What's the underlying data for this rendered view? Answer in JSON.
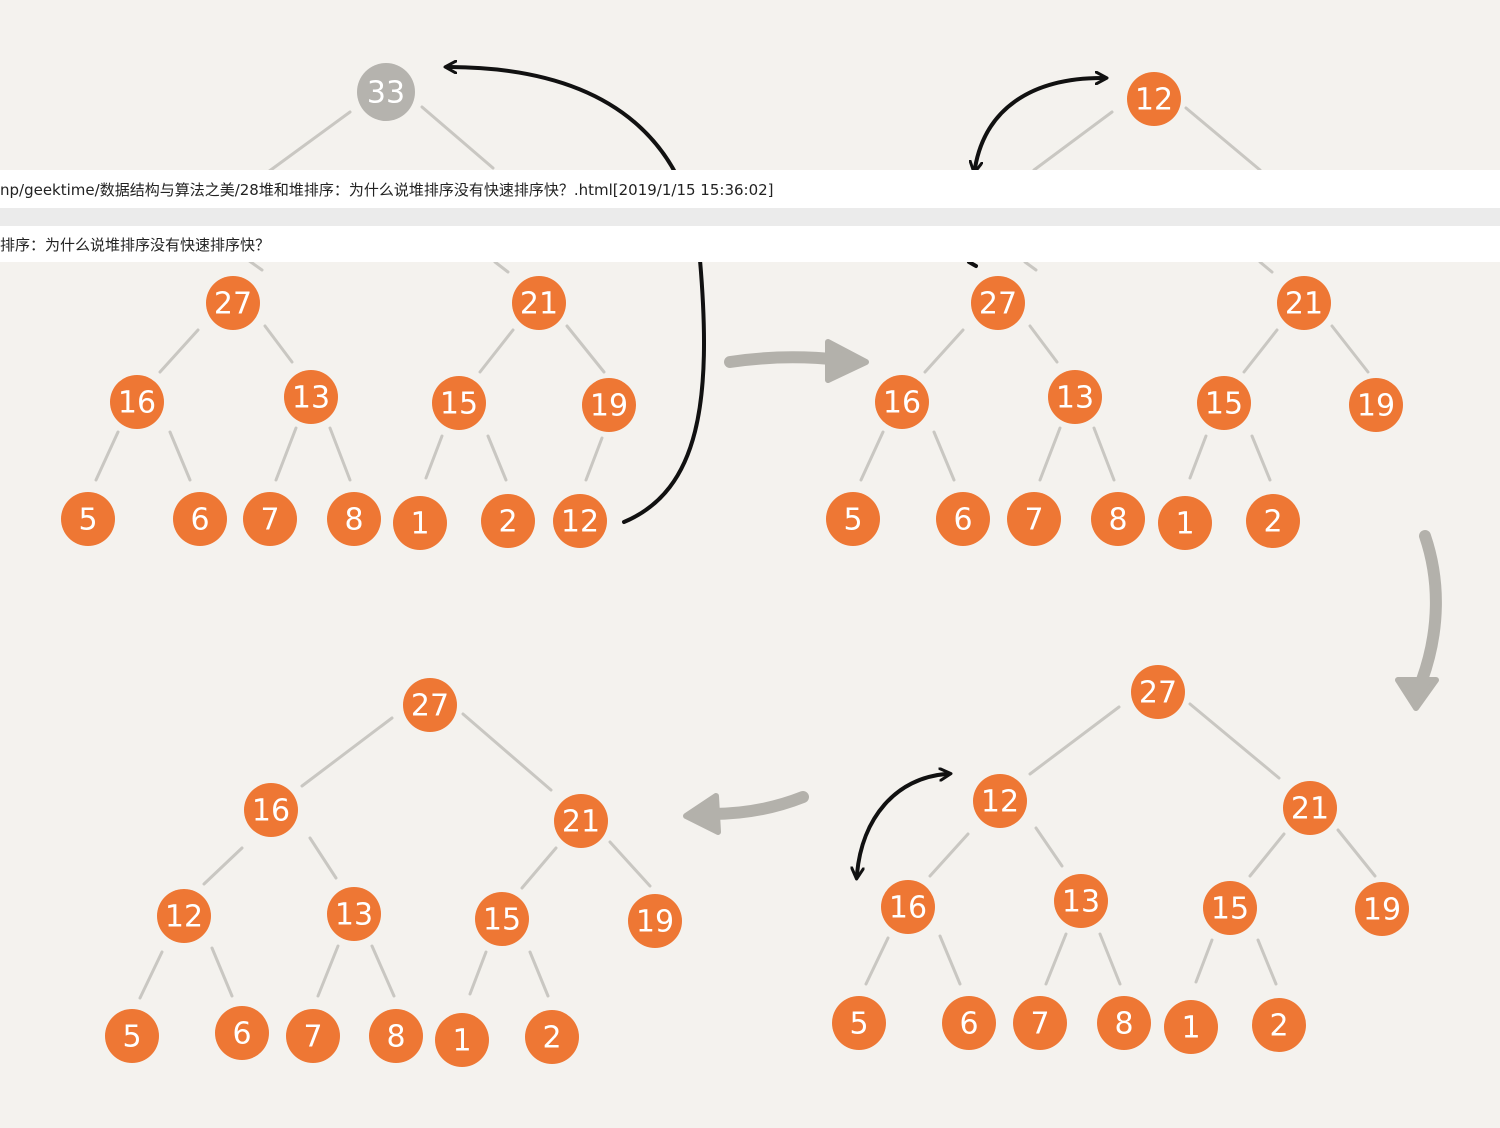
{
  "colors": {
    "node_fill": "#ee7734",
    "removed_node_fill": "#b5b3ae",
    "edge": "#c9c7c2",
    "swap_arrow": "#111111",
    "flow_arrow": "#b3b1ab",
    "background": "#f4f2ee"
  },
  "path_bar": {
    "text": "np/geektime/数据结构与算法之美/28堆和堆排序：为什么说堆排序没有快速排序快？.html[2019/1/15 15:36:02]"
  },
  "title_bar": {
    "text": "排序：为什么说堆排序没有快速排序快？"
  },
  "diagrams": [
    {
      "name": "step-1-remove-top",
      "removed_label": "33",
      "labels": [
        "27",
        "21",
        "16",
        "13",
        "15",
        "19",
        "5",
        "6",
        "7",
        "8",
        "1",
        "2",
        "12"
      ]
    },
    {
      "name": "step-2-last-to-top",
      "labels": [
        "12",
        "27",
        "21",
        "16",
        "13",
        "15",
        "19",
        "5",
        "6",
        "7",
        "8",
        "1",
        "2"
      ]
    },
    {
      "name": "step-3-swap-with-larger-child",
      "labels": [
        "27",
        "12",
        "21",
        "16",
        "13",
        "15",
        "19",
        "5",
        "6",
        "7",
        "8",
        "1",
        "2"
      ]
    },
    {
      "name": "step-4-final-heap",
      "labels": [
        "27",
        "16",
        "21",
        "12",
        "13",
        "15",
        "19",
        "5",
        "6",
        "7",
        "8",
        "1",
        "2"
      ]
    }
  ]
}
